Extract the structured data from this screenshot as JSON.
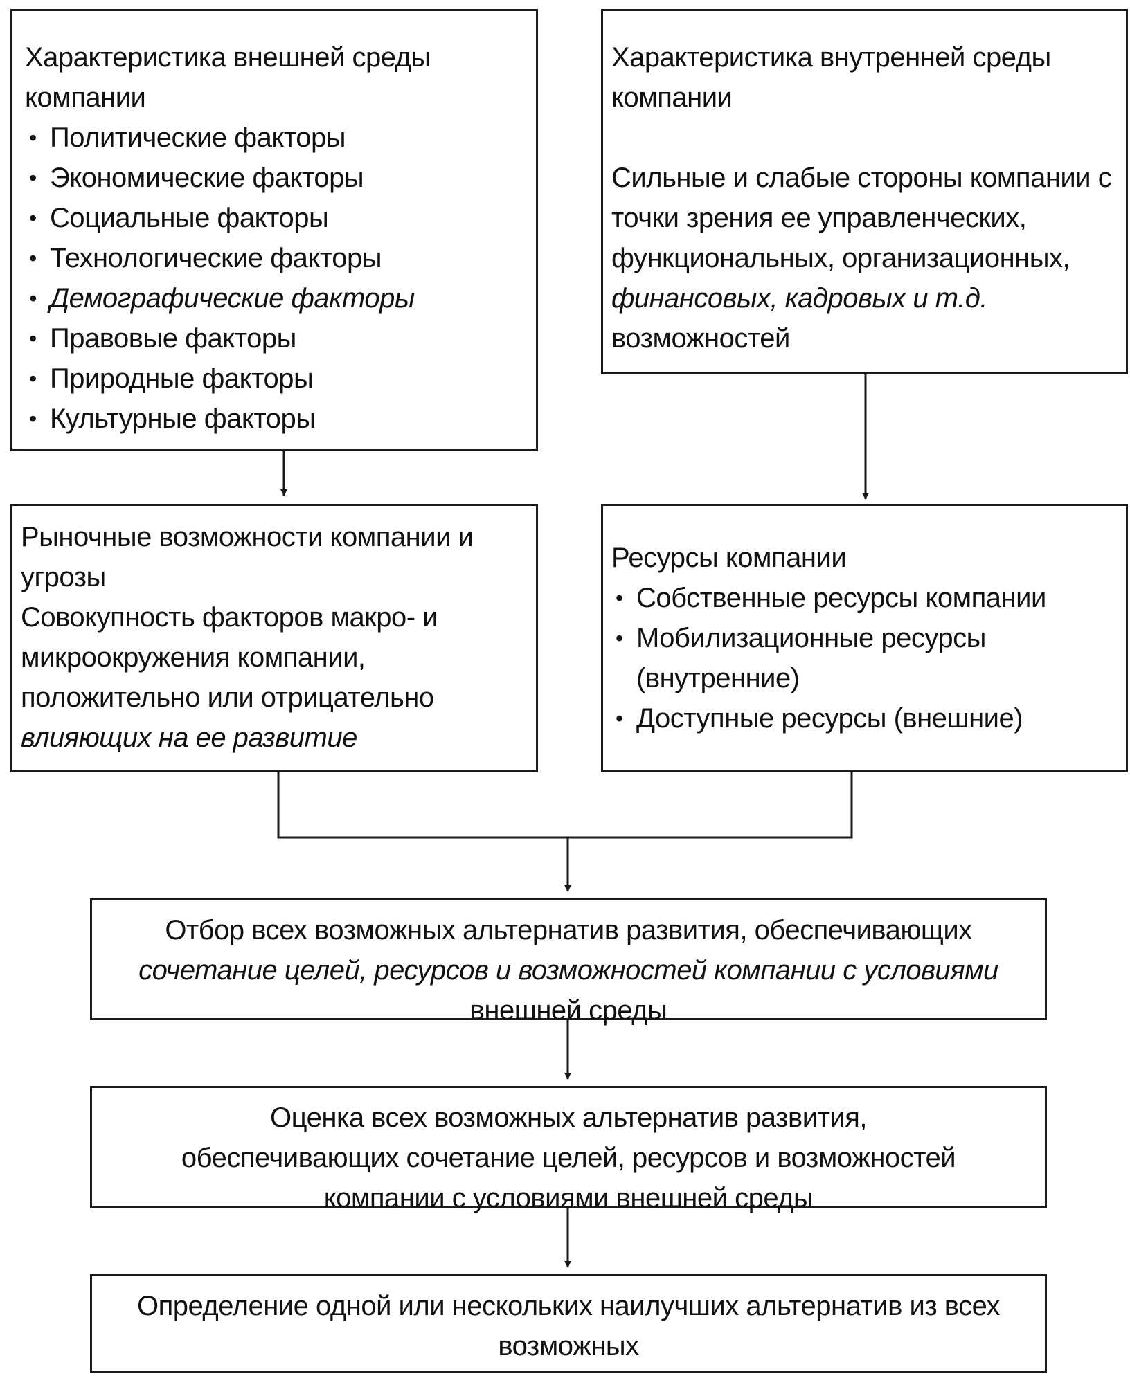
{
  "external": {
    "title": "Характеристика внешней среды компании",
    "factors": [
      "Политические факторы",
      "Экономические факторы",
      "Социальные факторы",
      "Технологические факторы",
      "Демографические факторы",
      "Правовые факторы",
      "Природные факторы",
      "Культурные факторы"
    ]
  },
  "internal": {
    "title": "Характеристика внутренней среды компании",
    "text_part1": "Сильные и слабые стороны компании с точки зрения ее управленческих, функциональных, организационных,",
    "text_italic": "финансовых, кадровых и т.д.",
    "text_part2": "возможностей"
  },
  "market": {
    "title": "Рыночные возможности компании и угрозы",
    "text_part1": "Совокупность факторов макро- и микроокружения компании, положительно или отрицательно",
    "text_italic": "влияющих на ее развитие"
  },
  "resources": {
    "title": "Ресурсы компании",
    "items": [
      "Собственные ресурсы компании",
      "Мобилизационные ресурсы (внутренние)",
      "Доступные ресурсы (внешние)"
    ]
  },
  "selection": {
    "text_part1": "Отбор всех возможных альтернатив развития, обеспечивающих",
    "text_italic": "сочетание целей, ресурсов и возможностей компании с условиями",
    "text_part2": "внешней среды"
  },
  "evaluation": {
    "text": "Оценка всех возможных альтернатив развития, обеспечивающих сочетание целей, ресурсов и возможностей компании с условиями внешней среды"
  },
  "decision": {
    "text": "Определение одной или нескольких наилучших альтернатив из всех возможных"
  }
}
